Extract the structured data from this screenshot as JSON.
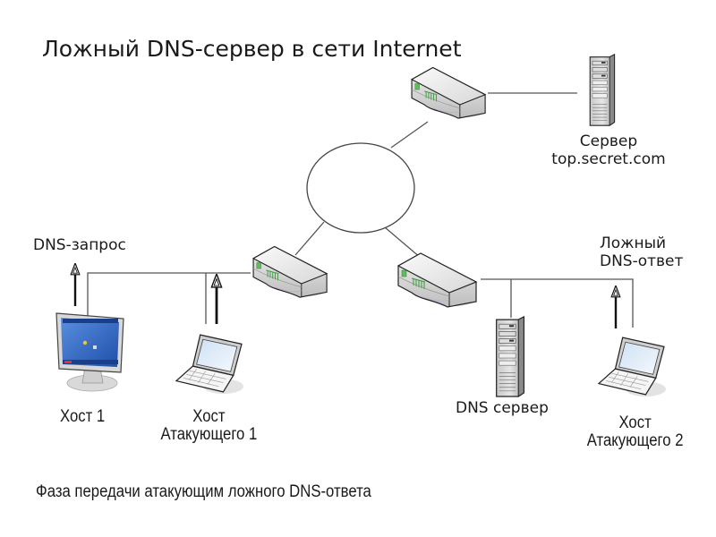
{
  "title": "Ложный DNS-сервер в сети Internet",
  "caption": "Фаза передачи атакующим ложного DNS-ответа",
  "nodes": {
    "target_server": {
      "label_line1": "Сервер",
      "label_line2": "top.secret.com",
      "icon": "server-tower-icon"
    },
    "internet": {
      "icon": "network-cloud-ellipse"
    },
    "router_top": {
      "icon": "router-icon"
    },
    "router_left": {
      "icon": "router-icon"
    },
    "router_right": {
      "icon": "router-icon"
    },
    "host1": {
      "label": "Хост 1",
      "icon": "desktop-monitor-icon"
    },
    "attacker1": {
      "label_line1": "Хост",
      "label_line2": "Атакующего 1",
      "icon": "laptop-icon"
    },
    "dns_server": {
      "label": "DNS сервер",
      "icon": "server-tower-icon"
    },
    "attacker2": {
      "label_line1": "Хост",
      "label_line2": "Атакующего 2",
      "icon": "laptop-icon"
    }
  },
  "annotations": {
    "dns_request": "DNS-запрос",
    "fake_response_line1": "Ложный",
    "fake_response_line2": "DNS-ответ"
  },
  "colors": {
    "line": "#555555",
    "device_body": "#f2f2f2",
    "device_edge": "#222222",
    "led_green": "#5cbf5c",
    "screen_blue": "#2f6fd0"
  }
}
